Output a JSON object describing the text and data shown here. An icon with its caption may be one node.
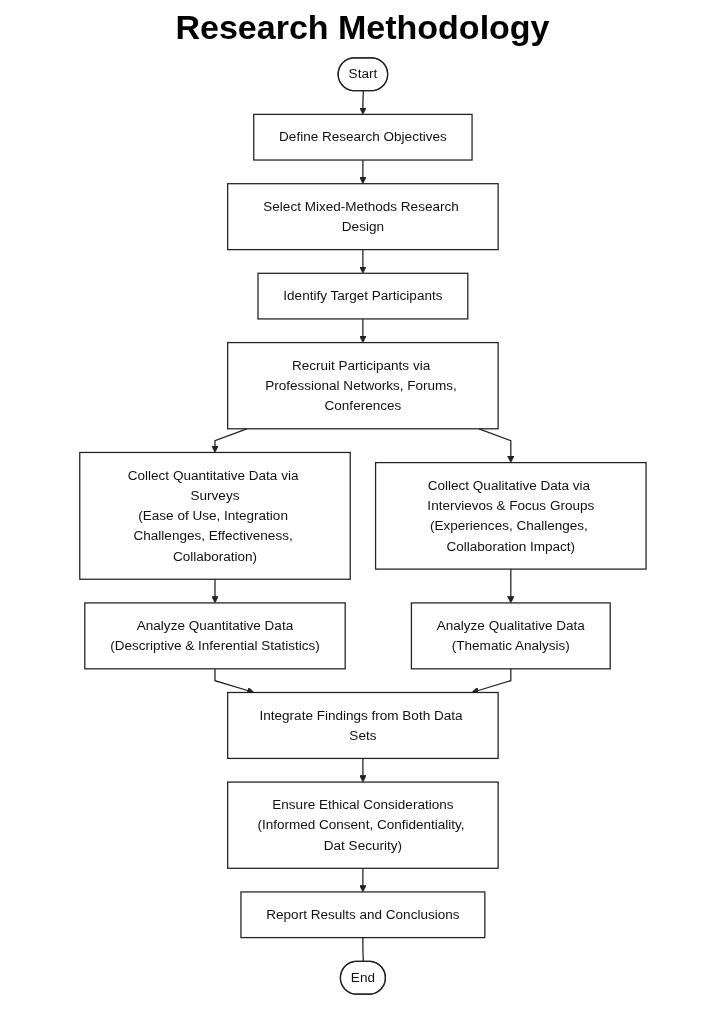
{
  "diagram": {
    "title": "Research Methodology",
    "nodes": [
      {
        "text": [
          "Start"
        ]
      },
      {
        "text": [
          "Define Research Objectives"
        ]
      },
      {
        "text": [
          "Select Mixed-Methods Research Design"
        ]
      },
      {
        "text": [
          "Identify Target Participants"
        ]
      },
      {
        "text": [
          "Recruit Participants via Professional Networks, Forums, Conferences"
        ]
      },
      {
        "text": [
          "Collect Quantitative Data via Surveys",
          "(Ease of Use, Integration Challenges, Effectiveness, Collaboration)"
        ]
      },
      {
        "text": [
          "Collect Qualitative Data via Intervievos & Focus Groups",
          "(Experiences, Challenges, Collaboration Impact)"
        ]
      },
      {
        "text": [
          "Analyze Quantitative Data",
          "(Descriptive & Inferential Statistics)"
        ]
      },
      {
        "text": [
          "Analyze Qualitative Data",
          "(Thematic Analysis)"
        ]
      },
      {
        "text": [
          "Integrate Findings from Both Data Sets"
        ]
      },
      {
        "text": [
          "Ensure Ethical Considerations",
          "(Informed Consent, Confidentiality, Dat Security)"
        ]
      },
      {
        "text": [
          "Report Results and Conclusions"
        ]
      },
      {
        "text": [
          "End"
        ]
      }
    ],
    "edges": [
      {
        "from": 0,
        "to": 1,
        "arrow": "to"
      },
      {
        "from": 1,
        "to": 2,
        "arrow": "to"
      },
      {
        "from": 2,
        "to": 3,
        "arrow": "to"
      },
      {
        "from": 3,
        "to": 4,
        "arrow": "to"
      },
      {
        "from": 4,
        "to": 5,
        "arrow": "to"
      },
      {
        "from": 4,
        "to": 6,
        "arrow": "to"
      },
      {
        "from": 5,
        "to": 7,
        "arrow": "to"
      },
      {
        "from": 6,
        "to": 8,
        "arrow": "to"
      },
      {
        "from": 7,
        "to": 9,
        "arrow": "to"
      },
      {
        "from": 8,
        "to": 9,
        "arrow": "to"
      },
      {
        "from": 9,
        "to": 10,
        "arrow": "to"
      },
      {
        "from": 10,
        "to": 11,
        "arrow": "to"
      },
      {
        "from": 11,
        "to": 12,
        "arrow": "none"
      }
    ]
  }
}
